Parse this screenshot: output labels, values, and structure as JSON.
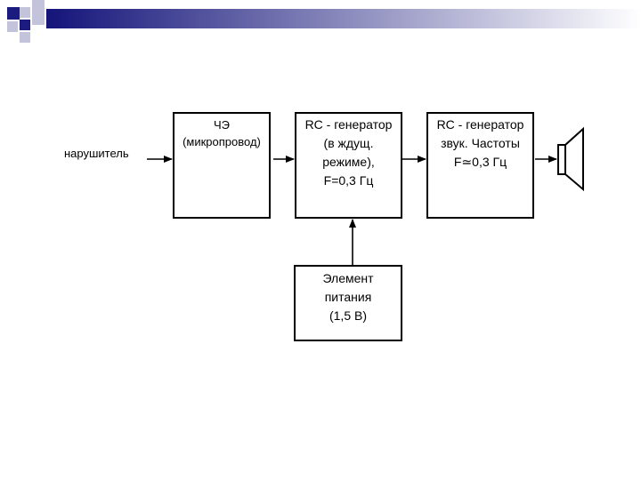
{
  "header": {
    "gradient_start": "#14147a",
    "gradient_end": "#ffffff",
    "square_colors": [
      "#1c1c80",
      "#c3c3dc"
    ]
  },
  "diagram": {
    "input_label": "нарушитель",
    "sensor_box": {
      "lines": [
        "ЧЭ",
        "(микропровод)"
      ]
    },
    "wait_generator_box": {
      "lines": [
        "RC - генератор",
        "(в ждущ.",
        "режиме),",
        "F=0,3 Гц"
      ]
    },
    "sound_generator_box": {
      "lines": [
        "RC - генератор",
        "звук. Частоты",
        "F≃0,3 Гц"
      ]
    },
    "power_box": {
      "lines": [
        "Элемент",
        "питания",
        "(1,5 В)"
      ]
    },
    "speaker": "speaker-icon"
  }
}
